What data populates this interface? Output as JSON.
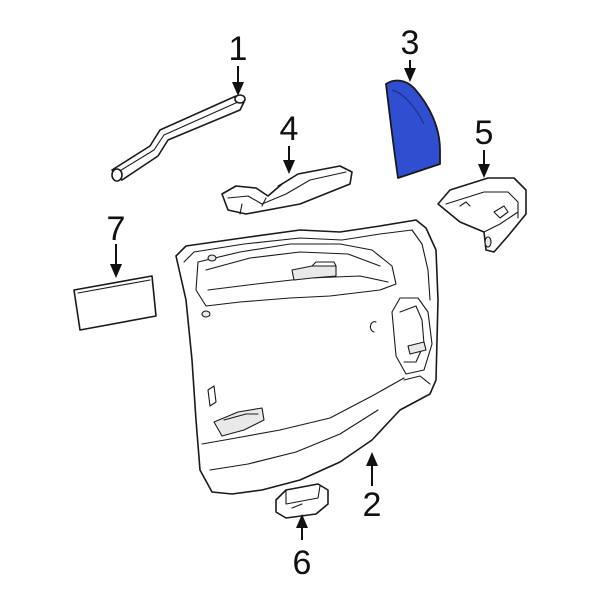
{
  "callouts": [
    {
      "id": "1",
      "label": "1"
    },
    {
      "id": "2",
      "label": "2"
    },
    {
      "id": "3",
      "label": "3"
    },
    {
      "id": "4",
      "label": "4"
    },
    {
      "id": "5",
      "label": "5"
    },
    {
      "id": "6",
      "label": "6"
    },
    {
      "id": "7",
      "label": "7"
    }
  ],
  "highlight_color": "#2f4fd0",
  "line_color": "#1a1a1a",
  "background": "#ffffff"
}
